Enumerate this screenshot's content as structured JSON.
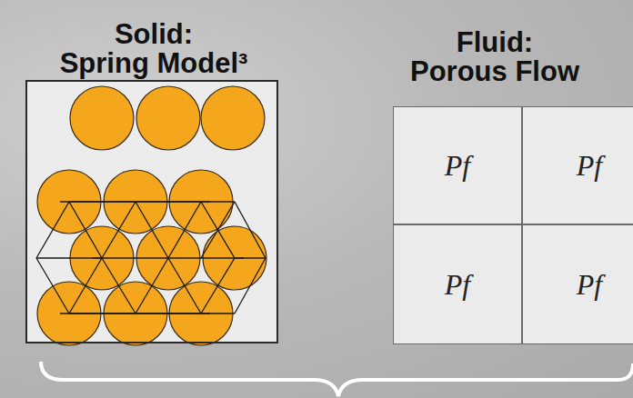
{
  "diagram": {
    "nodes": [
      {
        "text": [
          "Solid:",
          "Spring Model³"
        ]
      },
      {
        "text": [
          "Fluid:",
          "Porous Flow"
        ]
      },
      {
        "text": [
          "Pf"
        ],
        "in": 1
      },
      {
        "text": [
          "Pf"
        ],
        "in": 1
      },
      {
        "text": [
          "Pf"
        ],
        "in": 1
      },
      {
        "text": [
          "Pf"
        ],
        "in": 1
      }
    ]
  }
}
